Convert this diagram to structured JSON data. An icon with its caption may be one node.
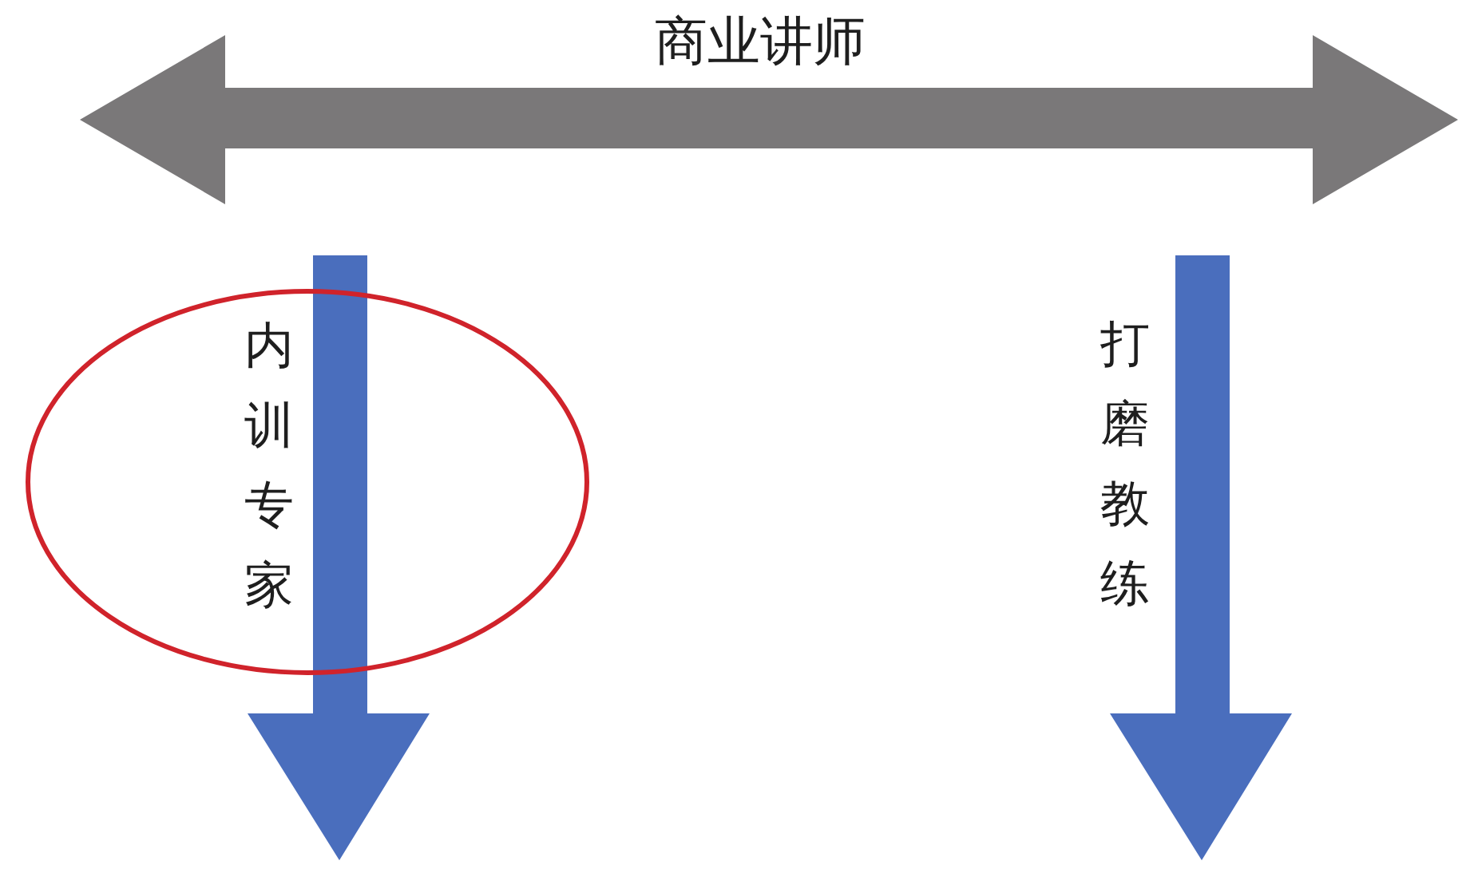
{
  "diagram": {
    "nodes": [
      {
        "text": [
          "内训专家"
        ]
      }
    ],
    "labels": [
      "商业讲师",
      "打磨教练"
    ]
  }
}
